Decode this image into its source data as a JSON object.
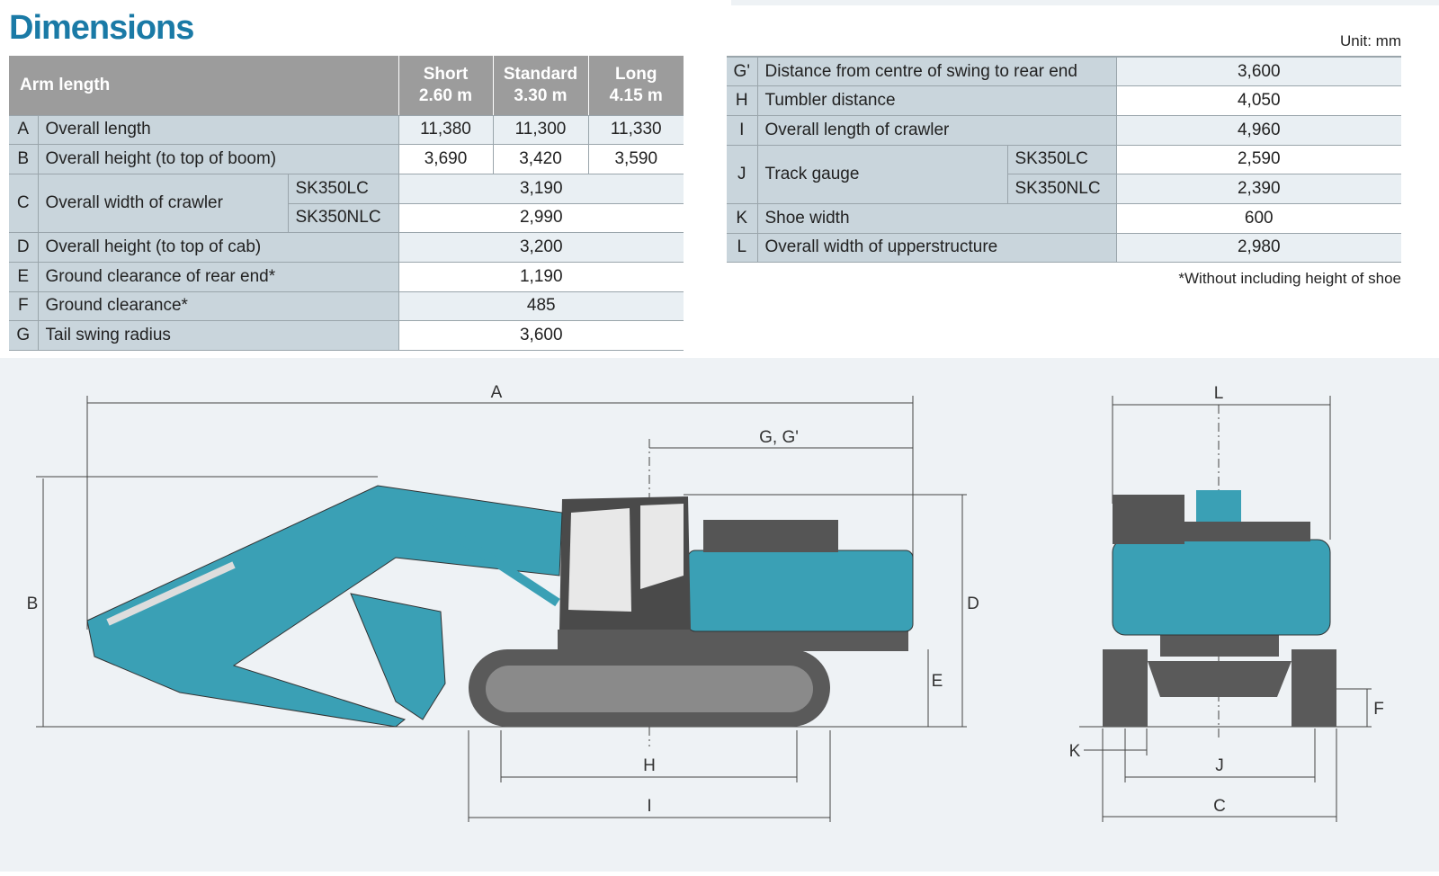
{
  "title": "Dimensions",
  "unit": "Unit: mm",
  "note": "*Without including height of shoe",
  "left_table": {
    "header": {
      "label": "Arm length",
      "cols": [
        {
          "l1": "Short",
          "l2": "2.60 m"
        },
        {
          "l1": "Standard",
          "l2": "3.30 m"
        },
        {
          "l1": "Long",
          "l2": "4.15 m"
        }
      ]
    },
    "rows": [
      {
        "key": "A",
        "label": "Overall length",
        "values": [
          "11,380",
          "11,300",
          "11,330"
        ]
      },
      {
        "key": "B",
        "label": "Overall height (to top of boom)",
        "values": [
          "3,690",
          "3,420",
          "3,590"
        ]
      },
      {
        "key": "C",
        "label": "Overall width of crawler",
        "sub": [
          {
            "model": "SK350LC",
            "value": "3,190"
          },
          {
            "model": "SK350NLC",
            "value": "2,990"
          }
        ]
      },
      {
        "key": "D",
        "label": "Overall height (to top of cab)",
        "value": "3,200"
      },
      {
        "key": "E",
        "label": "Ground clearance of rear end*",
        "value": "1,190"
      },
      {
        "key": "F",
        "label": "Ground clearance*",
        "value": "485"
      },
      {
        "key": "G",
        "label": "Tail swing radius",
        "value": "3,600"
      }
    ]
  },
  "right_table": {
    "rows": [
      {
        "key": "G'",
        "label": "Distance from centre of swing to rear end",
        "value": "3,600"
      },
      {
        "key": "H",
        "label": "Tumbler distance",
        "value": "4,050"
      },
      {
        "key": "I",
        "label": "Overall length of crawler",
        "value": "4,960"
      },
      {
        "key": "J",
        "label": "Track gauge",
        "sub": [
          {
            "model": "SK350LC",
            "value": "2,590"
          },
          {
            "model": "SK350NLC",
            "value": "2,390"
          }
        ]
      },
      {
        "key": "K",
        "label": "Shoe width",
        "value": "600"
      },
      {
        "key": "L",
        "label": "Overall width of upperstructure",
        "value": "2,980"
      }
    ]
  },
  "diagram": {
    "labels": {
      "A": "A",
      "B": "B",
      "D": "D",
      "E": "E",
      "GG": "G, G'",
      "H": "H",
      "I": "I",
      "L": "L",
      "F": "F",
      "K": "K",
      "J": "J",
      "C": "C"
    },
    "colors": {
      "body": "#3aa0b5",
      "dark": "#5a5a5a"
    }
  }
}
